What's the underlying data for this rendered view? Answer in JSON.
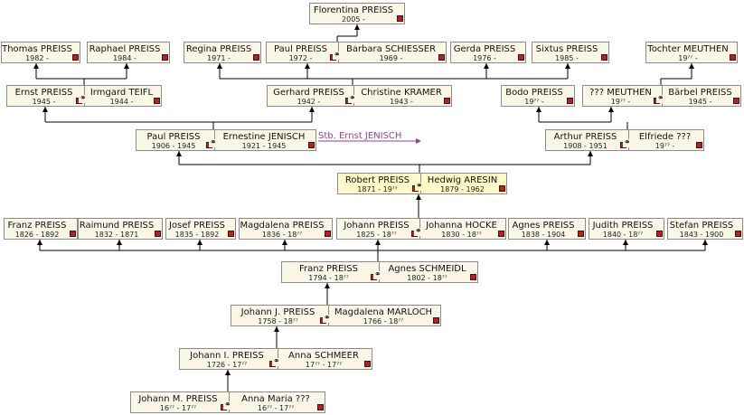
{
  "colors": {
    "box_fill": "#fbf7e6",
    "highlight_fill": "#fdf9c9",
    "line": "#000000",
    "link": "#9b3e9b",
    "marker": "#b22222"
  },
  "link_label": "Stb. Ernst JENISCH",
  "people": {
    "florentina": {
      "name": "Florentina PREISS",
      "dates": "2005 -"
    },
    "thomas": {
      "name": "Thomas PREISS",
      "dates": "1982 -"
    },
    "raphael": {
      "name": "Raphael PREISS",
      "dates": "1984 -"
    },
    "regina": {
      "name": "Regina PREISS",
      "dates": "1971 -"
    },
    "paul2": {
      "name": "Paul PREISS",
      "dates": "1972 -"
    },
    "barbara": {
      "name": "Barbara SCHIESSER",
      "dates": "1969 -"
    },
    "gerda": {
      "name": "Gerda PREISS",
      "dates": "1976 -"
    },
    "sixtus": {
      "name": "Sixtus PREISS",
      "dates": "1985 -"
    },
    "tochter": {
      "name": "Tochter MEUTHEN",
      "dates": "19ˀˀ -"
    },
    "ernst": {
      "name": "Ernst PREISS",
      "dates": "1945 -"
    },
    "irmgard": {
      "name": "Irmgard TEIFL",
      "dates": "1944 -"
    },
    "gerhard": {
      "name": "Gerhard PREISS",
      "dates": "1942 -"
    },
    "christine": {
      "name": "Christine KRAMER",
      "dates": "1943 -"
    },
    "bodo": {
      "name": "Bodo PREISS",
      "dates": "19ˀˀ -"
    },
    "meuthen": {
      "name": "??? MEUTHEN",
      "dates": "19ˀˀ -"
    },
    "baerbel": {
      "name": "Bärbel PREISS",
      "dates": "1945 -"
    },
    "paul": {
      "name": "Paul PREISS",
      "dates": "1906 - 1945"
    },
    "ernestine": {
      "name": "Ernestine JENISCH",
      "dates": "1921 - 1945"
    },
    "arthur": {
      "name": "Arthur PREISS",
      "dates": "1908 - 1951"
    },
    "elfriede": {
      "name": "Elfriede ???",
      "dates": "19ˀˀ -"
    },
    "robert": {
      "name": "Robert PREISS",
      "dates": "1871 - 19ˀˀ"
    },
    "hedwig": {
      "name": "Hedwig ARESIN",
      "dates": "1879 - 1962"
    },
    "franz2": {
      "name": "Franz PREISS",
      "dates": "1826 - 1892"
    },
    "raimund": {
      "name": "Raimund PREISS",
      "dates": "1832 - 1871"
    },
    "josef": {
      "name": "Josef PREISS",
      "dates": "1835 - 1892"
    },
    "magdalena2": {
      "name": "Magdalena PREISS",
      "dates": "1836 - 18ˀˀ"
    },
    "johann": {
      "name": "Johann PREISS",
      "dates": "1825 - 18ˀˀ"
    },
    "johanna": {
      "name": "Johanna HOCKE",
      "dates": "1830 - 18ˀˀ"
    },
    "agnes": {
      "name": "Agnes PREISS",
      "dates": "1838 - 1904"
    },
    "judith": {
      "name": "Judith PREISS",
      "dates": "1840 - 18ˀˀ"
    },
    "stefan": {
      "name": "Stefan PREISS",
      "dates": "1843 - 1900"
    },
    "franz": {
      "name": "Franz PREISS",
      "dates": "1794 - 18ˀˀ"
    },
    "agnes_s": {
      "name": "Agnes SCHMEIDL",
      "dates": "1802 - 18ˀˀ"
    },
    "johann_j": {
      "name": "Johann J. PREISS",
      "dates": "1758 - 18ˀˀ"
    },
    "magdalena_m": {
      "name": "Magdalena MARLOCH",
      "dates": "1766 - 18ˀˀ"
    },
    "johann_i": {
      "name": "Johann I. PREISS",
      "dates": "1726 - 17ˀˀ"
    },
    "anna_s": {
      "name": "Anna SCHMEER",
      "dates": "17ˀˀ - 17ˀˀ"
    },
    "johann_m": {
      "name": "Johann M. PREISS",
      "dates": "16ˀˀ - 17ˀˀ"
    },
    "anna_maria": {
      "name": "Anna Maria ???",
      "dates": "16ˀˀ - 17ˀˀ"
    }
  }
}
